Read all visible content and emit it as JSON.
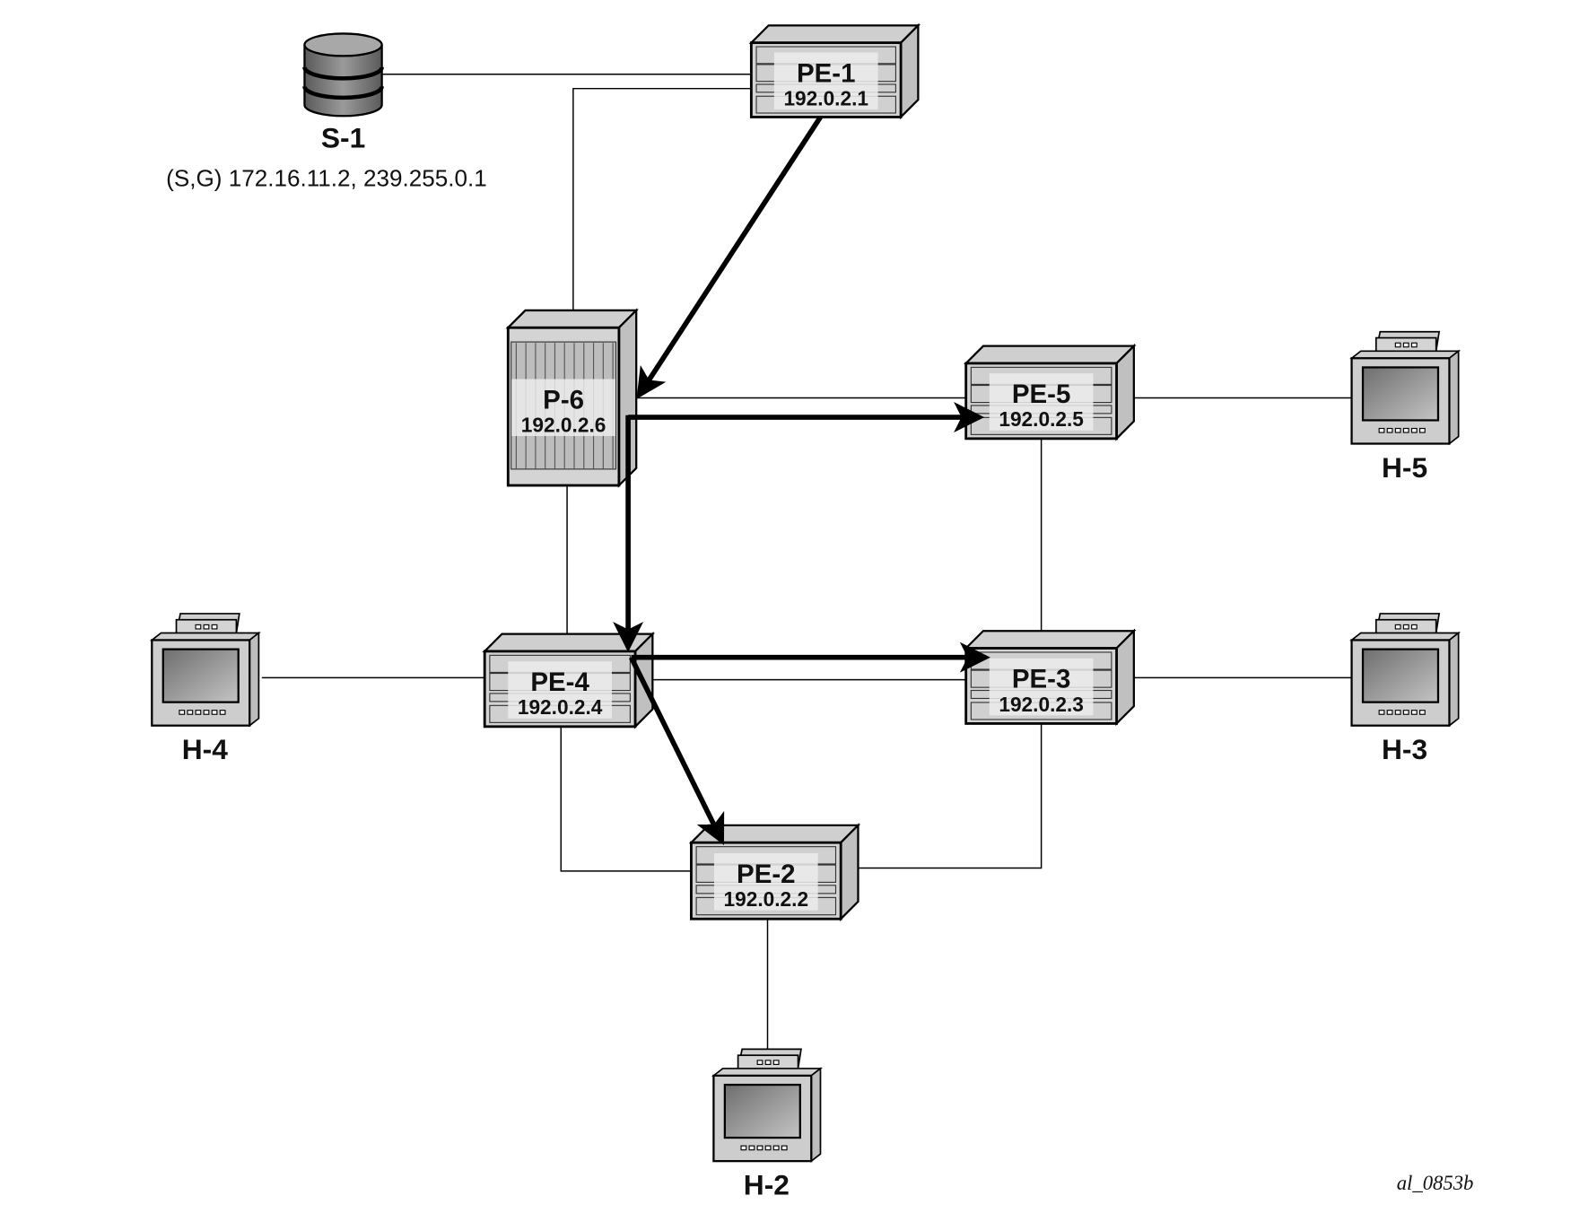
{
  "source": {
    "name": "S-1",
    "sg": "(S,G) 172.16.11.2, 239.255.0.1"
  },
  "devices": [
    {
      "name": "PE-1",
      "ip": "192.0.2.1"
    },
    {
      "name": "P-6",
      "ip": "192.0.2.6"
    },
    {
      "name": "PE-5",
      "ip": "192.0.2.5"
    },
    {
      "name": "PE-4",
      "ip": "192.0.2.4"
    },
    {
      "name": "PE-3",
      "ip": "192.0.2.3"
    },
    {
      "name": "PE-2",
      "ip": "192.0.2.2"
    }
  ],
  "hosts": [
    {
      "name": "H-5"
    },
    {
      "name": "H-3"
    },
    {
      "name": "H-4"
    },
    {
      "name": "H-2"
    }
  ],
  "figure_id": "al_0853b",
  "colors": {
    "link": "#000000",
    "device_fill": "#d4d4d4",
    "label_box": "#ececec"
  }
}
